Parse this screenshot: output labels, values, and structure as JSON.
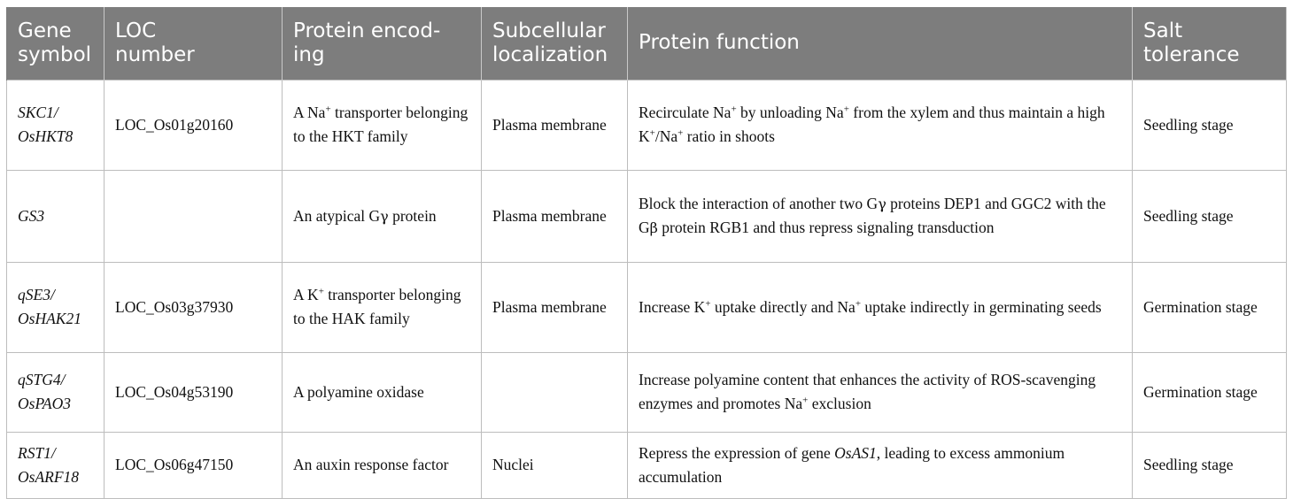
{
  "table": {
    "headers": [
      "Gene symbol",
      "LOC number",
      "Protein encoding",
      "Subcellular localization",
      "Protein function",
      "Salt tolerance"
    ],
    "header_display": {
      "col1_line1": "Gene",
      "col1_line2": "symbol",
      "col2_line1": "LOC",
      "col2_line2": "number",
      "col3_line1": "Protein encod-",
      "col3_line2": "ing",
      "col4_line1": "Subcellular",
      "col4_line2": "localization",
      "col5": "Protein function",
      "col6_line1": "Salt",
      "col6_line2": "tolerance"
    },
    "rows": [
      {
        "gene_line1": "SKC1/",
        "gene_line2": "OsHKT8",
        "loc": "LOC_Os01g20160",
        "protein_a": "A Na",
        "protein_b": " transporter belonging to the HKT family",
        "localization": "Plasma membrane",
        "function_a": "Recirculate Na",
        "function_b": " by unloading Na",
        "function_c": " from the xylem and thus maintain a high K",
        "function_d": "/Na",
        "function_e": " ratio in shoots",
        "salt_tolerance": "Seedling stage"
      },
      {
        "gene_line1": "GS3",
        "loc": "",
        "protein_a": "An atypical G",
        "protein_sym": "γ",
        "protein_b": " protein",
        "localization": "Plasma membrane",
        "function_a": "Block the interaction of another two G",
        "function_sym1": "γ",
        "function_b": " proteins DEP1 and GGC2 with the G",
        "function_sym2": "β",
        "function_c": " protein RGB1 and thus repress signaling transduction",
        "salt_tolerance": "Seedling stage"
      },
      {
        "gene_line1": "qSE3/",
        "gene_line2": "OsHAK21",
        "loc": "LOC_Os03g37930",
        "protein_a": "A K",
        "protein_b": " transporter belonging to the HAK family",
        "localization": "Plasma membrane",
        "function_a": "Increase K",
        "function_b": " uptake directly and Na",
        "function_c": " uptake indirectly in germinating seeds",
        "salt_tolerance": "Germination stage"
      },
      {
        "gene_line1": "qSTG4/",
        "gene_line2": "OsPAO3",
        "loc": "LOC_Os04g53190",
        "protein": "A polyamine oxidase",
        "localization": "",
        "function_a": "Increase polyamine content that enhances the activity of ROS-scavenging enzymes and promotes Na",
        "function_b": " exclusion",
        "salt_tolerance": "Germination stage"
      },
      {
        "gene_line1": "RST1/",
        "gene_line2": "OsARF18",
        "loc": "LOC_Os06g47150",
        "protein": "An auxin response factor",
        "localization": "Nuclei",
        "function_a": "Repress the expression of gene ",
        "function_gene": "OsAS1",
        "function_b": ", leading to excess ammonium accumulation",
        "salt_tolerance": "Seedling stage"
      }
    ],
    "superscript_plus": "+"
  },
  "colors": {
    "header_background": "#7d7d7d",
    "header_text": "#ffffff",
    "grid_line": "#bdbdbd",
    "body_text": "#111111"
  }
}
